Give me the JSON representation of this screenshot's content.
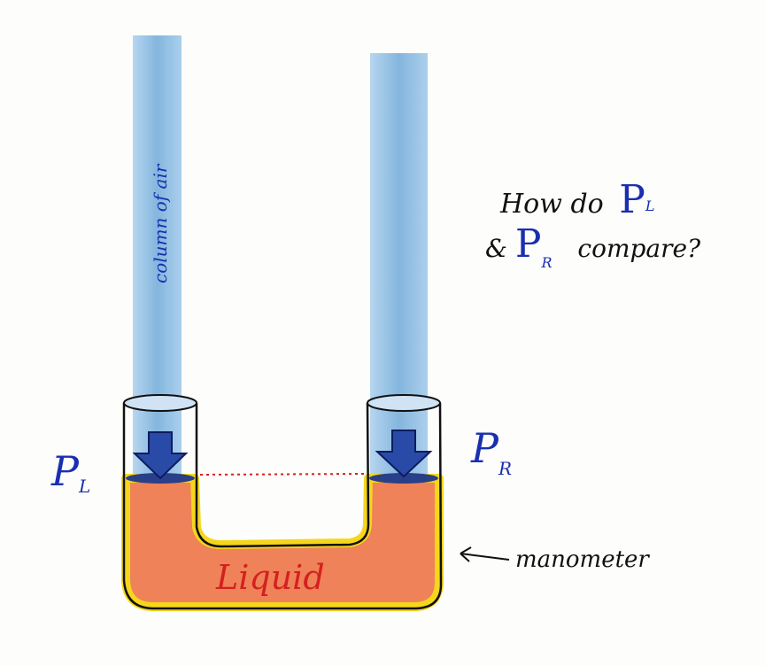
{
  "question": {
    "line1": "How do",
    "line2_prefix": "&",
    "line2_suffix": "compare?",
    "pl_main": "P",
    "pl_sub": "L",
    "pr_main": "P",
    "pr_sub": "R"
  },
  "labels": {
    "column_of_air": "column of air",
    "left_pressure_main": "P",
    "left_pressure_sub": "L",
    "right_pressure_main": "P",
    "right_pressure_sub": "R",
    "liquid": "Liquid",
    "manometer": "manometer"
  },
  "colors": {
    "air": "#7fb6df",
    "ink_blue": "#1a2fb0",
    "liquid_fill": "#ef7f55",
    "liquid_rim": "#f5d61c",
    "liquid_text": "#d42020",
    "arrow": "#2a4aa8"
  }
}
